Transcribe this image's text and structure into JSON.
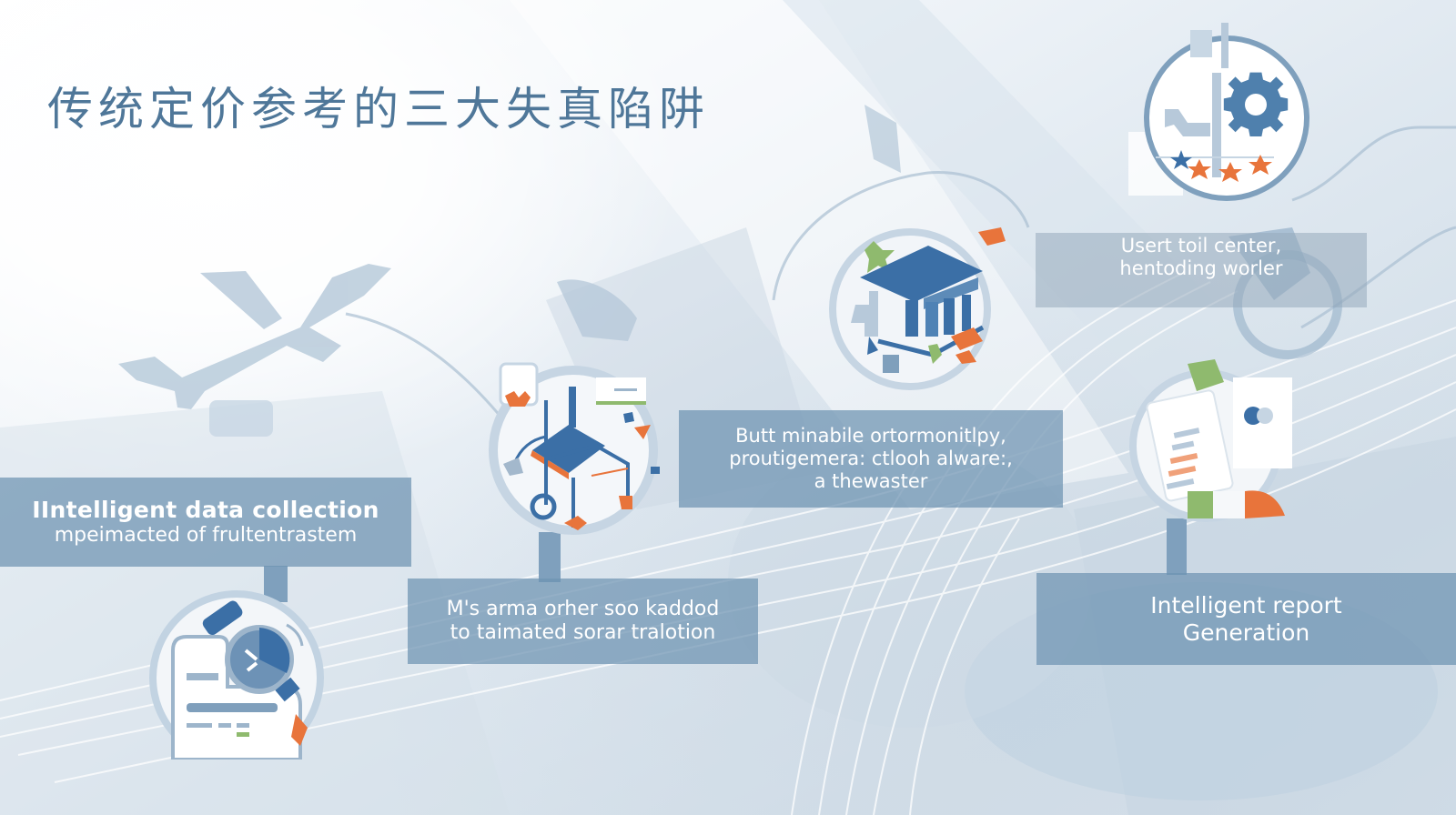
{
  "slide": {
    "title": "传统定价参考的三大失真陷阱",
    "colors": {
      "title": "#4f7799",
      "panel_bg": "#6e93b2",
      "accent_blue": "#3b6fa6",
      "accent_orange": "#e8743b",
      "accent_green": "#8fba6e",
      "background": "#e3ebf2"
    }
  },
  "panels": [
    {
      "id": "data-collection",
      "lines": [
        "IIntelligent data collection",
        "mpeimacted of frultentrastem"
      ],
      "icon": "magnifier-document-icon"
    },
    {
      "id": "walker-book",
      "lines": [
        "M's arma orher soo kaddod",
        "to taimated sorar tralotion"
      ],
      "icon": "book-walker-icon"
    },
    {
      "id": "building",
      "lines": [
        "Butt minabile ortormonitlpy,",
        "proutigemera: ctlooh alware:,",
        "a thewaster"
      ],
      "icon": "institution-building-icon"
    },
    {
      "id": "user-center",
      "lines": [
        "Usert toil center,",
        "hentoding worler"
      ],
      "icon": "gear-rating-icon"
    },
    {
      "id": "report-generation",
      "lines": [
        "Intelligent report",
        "Generation"
      ],
      "icon": "report-document-icon"
    }
  ]
}
